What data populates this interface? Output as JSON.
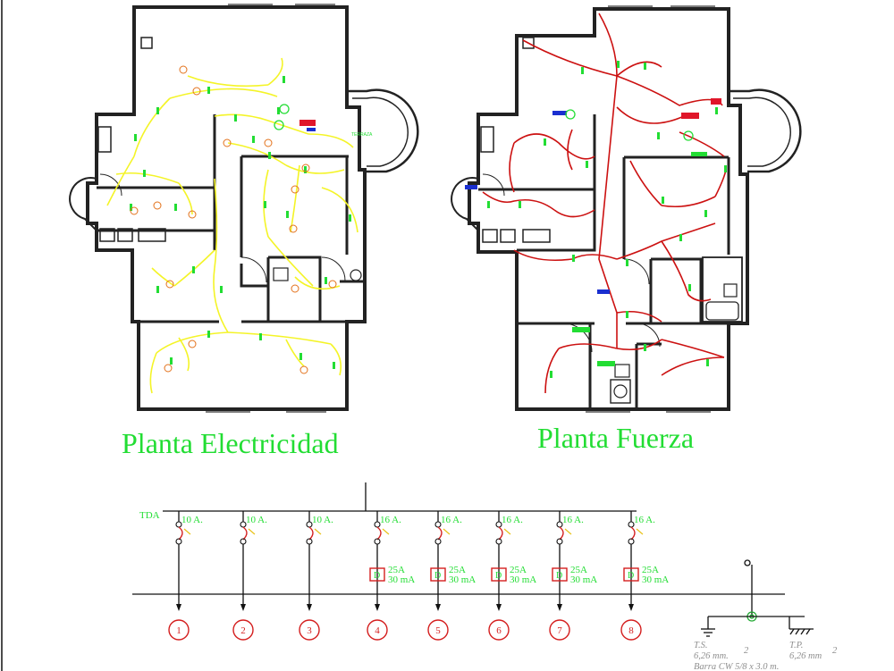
{
  "titles": {
    "electricidad": "Planta Electricidad",
    "fuerza": "Planta Fuerza"
  },
  "plan_labels": {
    "terraza": "TERRAZA"
  },
  "diagram": {
    "tda_label": "TDA",
    "circuits": [
      {
        "number": "1",
        "breaker": "10 A.",
        "differential": null
      },
      {
        "number": "2",
        "breaker": "10 A.",
        "differential": null
      },
      {
        "number": "3",
        "breaker": "10 A.",
        "differential": null
      },
      {
        "number": "4",
        "breaker": "16 A.",
        "differential": {
          "rating": "25A",
          "sensitivity": "30 mA"
        }
      },
      {
        "number": "5",
        "breaker": "16 A.",
        "differential": {
          "rating": "25A",
          "sensitivity": "30 mA"
        }
      },
      {
        "number": "6",
        "breaker": "16 A.",
        "differential": {
          "rating": "25A",
          "sensitivity": "30 mA"
        }
      },
      {
        "number": "7",
        "breaker": "16 A.",
        "differential": {
          "rating": "25A",
          "sensitivity": "30 mA"
        }
      },
      {
        "number": "8",
        "breaker": "16 A.",
        "differential": {
          "rating": "25A",
          "sensitivity": "30 mA"
        }
      }
    ],
    "differential_symbol": "D",
    "ground": {
      "ts_label": "T.S.",
      "tp_label": "T.P.",
      "ts_value": "6,26  mm.",
      "tp_value": "6,26  mm",
      "exponent": "2",
      "bar_text": "Barra  CW  5/8  x  3.0  m."
    }
  },
  "colors": {
    "background": "#ffffff",
    "walls": "#222222",
    "lighting_wiring": "#f4f427",
    "power_wiring": "#cc1111",
    "accent_green": "#22dd33",
    "circuit_red": "#d41e1e",
    "blue_panel": "#1a2fd0",
    "red_panel": "#e0162a"
  }
}
